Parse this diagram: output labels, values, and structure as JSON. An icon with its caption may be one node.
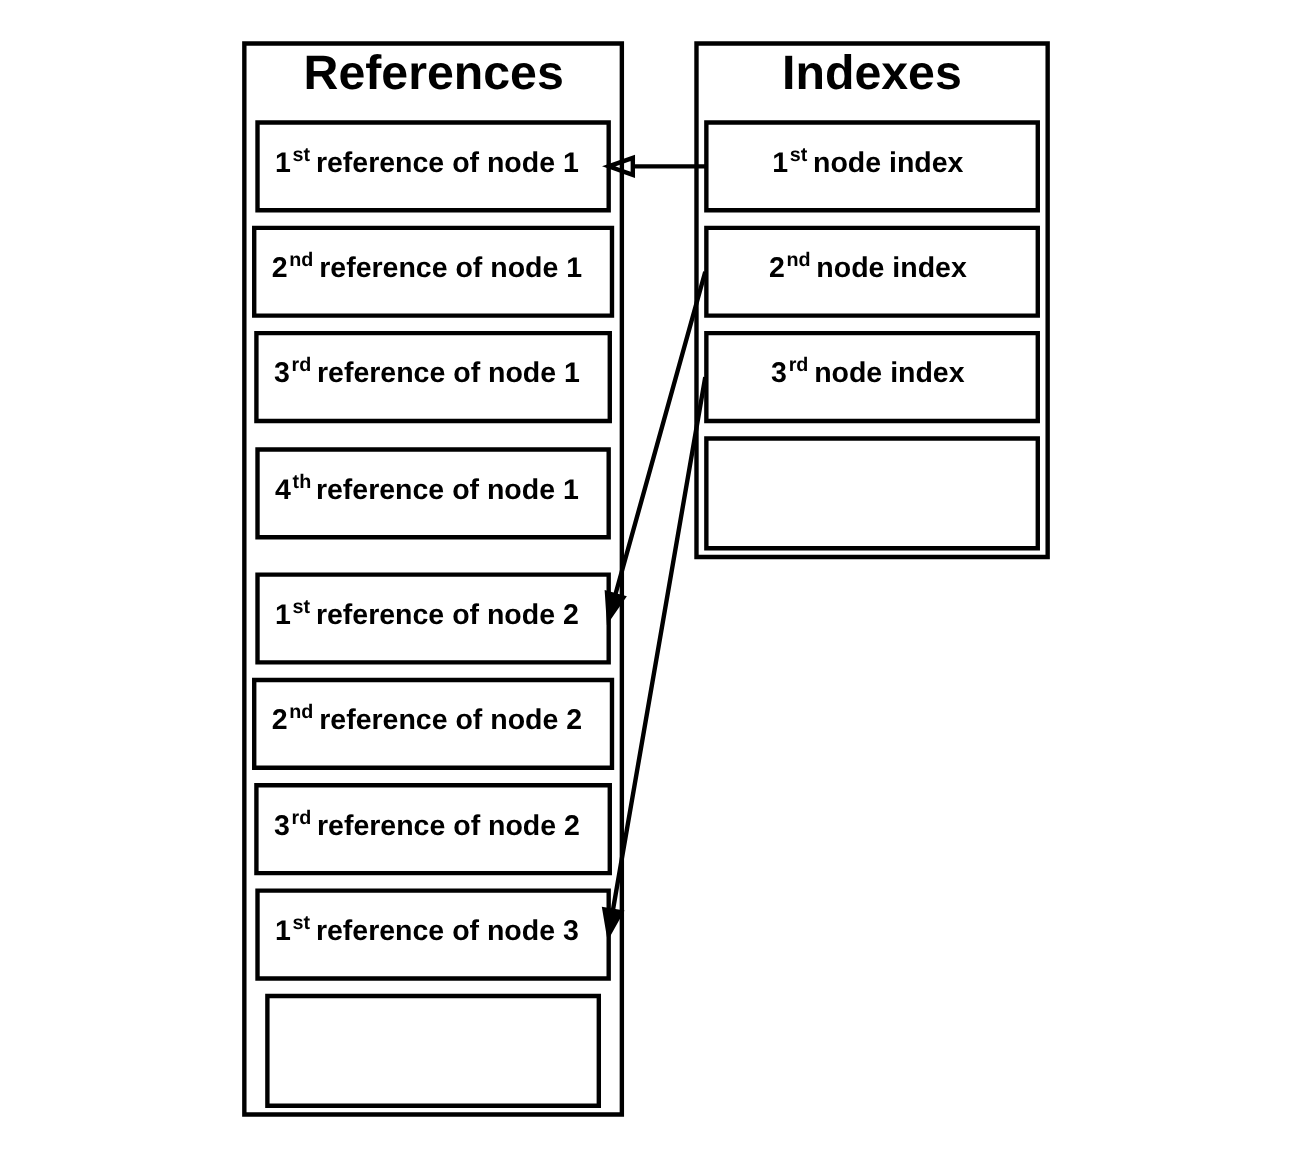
{
  "diagram": {
    "nodes": [
      {
        "text": [
          "References"
        ]
      },
      {
        "text": [
          "1$^{st}$ reference of node 1"
        ],
        "in": 0
      },
      {
        "text": [
          "2$^{nd}$ reference of node 1"
        ],
        "in": 0
      },
      {
        "text": [
          "3$^{rd}$ reference of node 1"
        ],
        "in": 0
      },
      {
        "text": [
          "4$^{th}$ reference of node 1"
        ],
        "in": 0
      },
      {
        "text": [
          "1$^{st}$ reference of node 2"
        ],
        "in": 0
      },
      {
        "text": [
          "2$^{nd}$ reference of node 2"
        ],
        "in": 0
      },
      {
        "text": [
          "3$^{rd}$ reference of node 2"
        ],
        "in": 0
      },
      {
        "text": [
          "1$^{st}$ reference of node 3"
        ],
        "in": 0
      },
      {
        "text": [],
        "shape": "box",
        "in": 0
      },
      {
        "text": [
          "Indexes"
        ]
      },
      {
        "text": [
          "1$^{st}$ node index"
        ],
        "in": 10
      },
      {
        "text": [
          "2$^{nd}$ node index"
        ],
        "in": 10
      },
      {
        "text": [
          "3$^{rd}$ node index"
        ],
        "in": 10
      },
      {
        "text": [],
        "shape": "box",
        "in": 10
      }
    ],
    "edges": [
      {
        "from": 11,
        "to": 1,
        "arrow": "to"
      },
      {
        "from": 12,
        "to": 5,
        "arrow": "to"
      },
      {
        "from": 13,
        "to": 8,
        "arrow": "to"
      }
    ]
  }
}
